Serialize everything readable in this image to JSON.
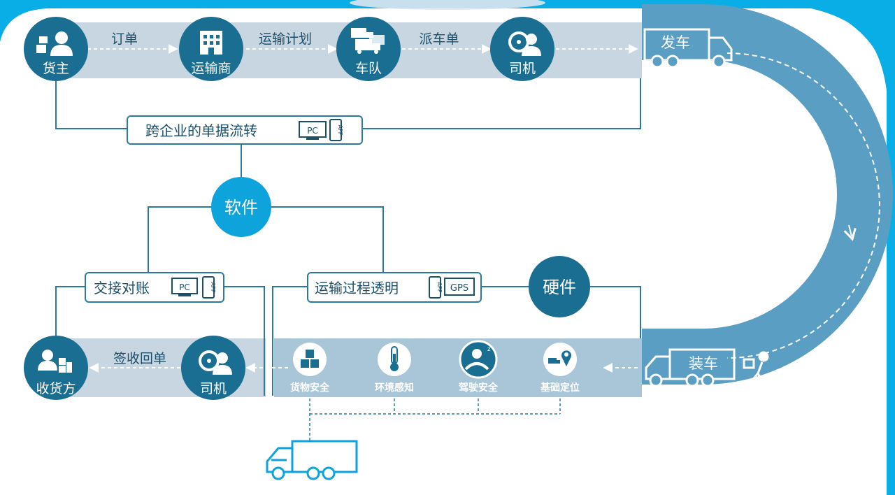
{
  "colors": {
    "frame_blue": "#0aaee6",
    "dark_teal": "#1a6e92",
    "mid_blue": "#5aa0c4",
    "band_gray": "#c9d8e3",
    "light_cyan": "#0fa3dc",
    "box_border": "#2a7aa0",
    "text_dark": "#1c4f6a"
  },
  "top_flow": {
    "nodes": [
      {
        "label": "货主",
        "icon": "cargo-owner-icon"
      },
      {
        "label": "运输商",
        "icon": "building-icon"
      },
      {
        "label": "车队",
        "icon": "fleet-icon"
      },
      {
        "label": "司机",
        "icon": "driver-icon"
      }
    ],
    "arrows": [
      "订单",
      "运输计划",
      "派车单"
    ],
    "end_label": "发车"
  },
  "software": {
    "label": "软件",
    "cross_docs": "跨企业的单据流转",
    "cross_docs_tags": [
      "PC",
      "APP"
    ],
    "reconcile": "交接对账",
    "reconcile_tags": [
      "PC",
      "APP"
    ],
    "transparency": "运输过程透明",
    "transparency_tags": [
      "APP",
      "GPS"
    ]
  },
  "hardware": {
    "label": "硬件",
    "sensors": [
      {
        "label": "货物安全",
        "icon": "cargo-boxes-icon"
      },
      {
        "label": "环境感知",
        "icon": "thermometer-icon"
      },
      {
        "label": "驾驶安全",
        "icon": "steering-wheel-icon"
      },
      {
        "label": "基础定位",
        "icon": "location-pin-icon"
      }
    ]
  },
  "bottom_flow": {
    "start_label": "装车",
    "driver": "司机",
    "receiver": "收货方",
    "arrow": "签收回单"
  }
}
